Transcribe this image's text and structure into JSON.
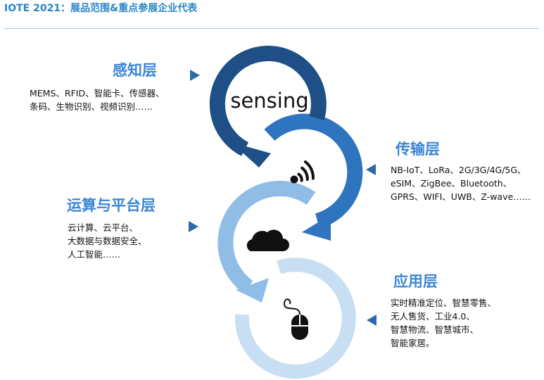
{
  "header": {
    "title": "IOTE 2021：展品范围&重点参展企业代表"
  },
  "diagram": {
    "center_word": "sensing",
    "layers": [
      {
        "key": "perception",
        "title": "感知层",
        "lines": [
          "MEMS、RFID、智能卡、传感器、",
          "条码、生物识别、视频识别……"
        ],
        "ring_color": "#1e4f86",
        "icon": "sensing-text"
      },
      {
        "key": "transmission",
        "title": "传输层",
        "lines": [
          "NB-IoT、LoRa、2G/3G/4G/5G、",
          "eSIM、ZigBee、Bluetooth、",
          "GPRS、WIFI、UWB、Z-wave……"
        ],
        "ring_color": "#2e74be",
        "icon": "wifi-icon"
      },
      {
        "key": "computing",
        "title": "运算与平台层",
        "lines": [
          "云计算、云平台、",
          "大数据与数据安全、",
          "人工智能……"
        ],
        "ring_color": "#8fbde6",
        "icon": "cloud-icon"
      },
      {
        "key": "application",
        "title": "应用层",
        "lines": [
          "实时精准定位、智慧零售、",
          "无人售货、工业4.0、",
          "智慧物流、智慧城市、",
          "智能家居。"
        ],
        "ring_color": "#c8def2",
        "icon": "mouse-icon"
      }
    ],
    "pointer_color": "#2e6aa8"
  }
}
